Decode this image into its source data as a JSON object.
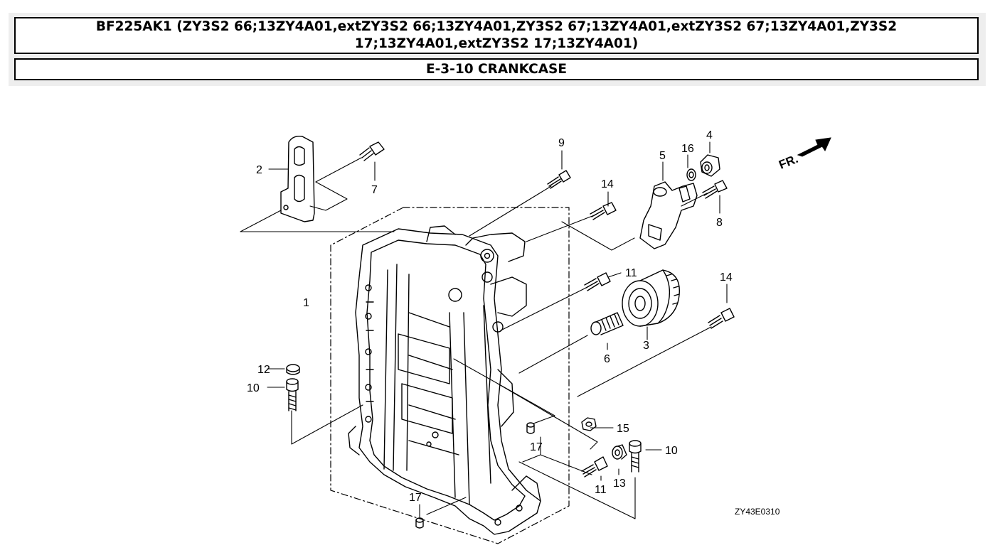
{
  "header": {
    "title": "BF225AK1 (ZY3S2 66;13ZY4A01,extZY3S2 66;13ZY4A01,ZY3S2 67;13ZY4A01,extZY3S2 67;13ZY4A01,ZY3S2 17;13ZY4A01,extZY3S2 17;13ZY4A01)",
    "section": "E-3-10 CRANKCASE"
  },
  "diagram": {
    "direction_label": "FR.",
    "drawing_code": "ZY43E0310",
    "callouts": {
      "c1": "1",
      "c2": "2",
      "c3": "3",
      "c4": "4",
      "c5": "5",
      "c6": "6",
      "c7": "7",
      "c8": "8",
      "c9": "9",
      "c10a": "10",
      "c10b": "10",
      "c11a": "11",
      "c11b": "11",
      "c12": "12",
      "c13": "13",
      "c14a": "14",
      "c14b": "14",
      "c15": "15",
      "c16": "16",
      "c17a": "17",
      "c17b": "17"
    }
  }
}
